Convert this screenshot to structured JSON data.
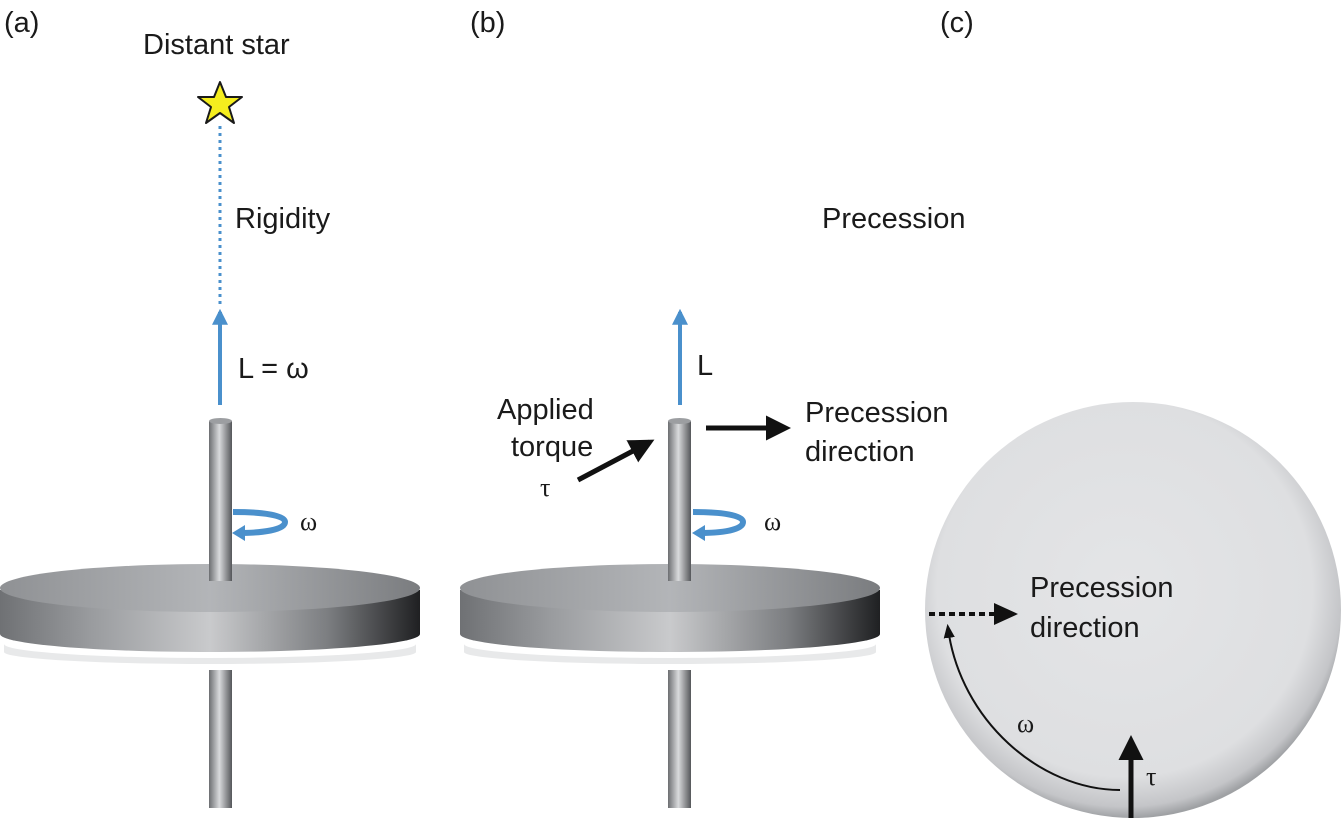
{
  "panels": {
    "a": {
      "tag": "(a)",
      "star_label": "Distant star",
      "rigidity_label": "Rigidity",
      "momentum_label": "L = ω",
      "spin_label": "ω"
    },
    "b": {
      "tag": "(b)",
      "title": "Precession",
      "momentum_label": "L",
      "torque_label_line1": "Applied",
      "torque_label_line2": "torque",
      "torque_symbol": "τ",
      "precession_line1": "Precession",
      "precession_line2": "direction",
      "spin_label": "ω"
    },
    "c": {
      "tag": "(c)",
      "precession_line1": "Precession",
      "precession_line2": "direction",
      "spin_label": "ω",
      "torque_symbol": "τ"
    }
  },
  "colors": {
    "accent_blue": "#4a90cc",
    "star_fill": "#f5ee1e",
    "arrow_dark": "#111111",
    "disk_face": "#e3e4e6"
  }
}
